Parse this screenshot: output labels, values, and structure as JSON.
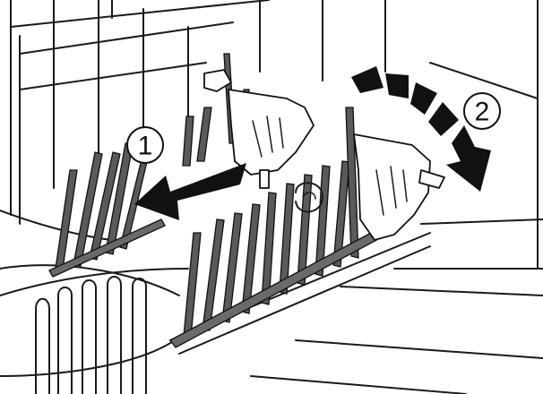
{
  "steps": [
    {
      "number": "1",
      "action": "pull-out"
    },
    {
      "number": "2",
      "action": "fold-down"
    }
  ],
  "colors": {
    "background": "#ffffff",
    "line": "#1a1a1a",
    "tine_fill": "#5a5a5a",
    "arrow_fill": "#111111"
  },
  "icons": [
    "pull-out-arrow-icon",
    "fold-down-arc-arrow-icon"
  ]
}
